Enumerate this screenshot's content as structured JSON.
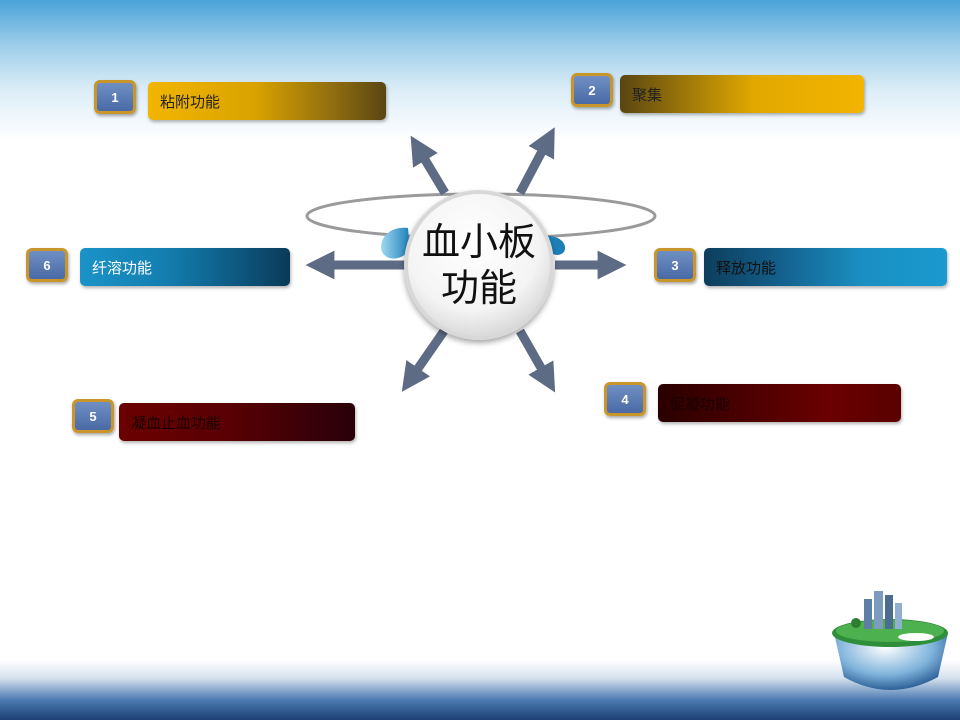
{
  "center": {
    "line1": "血小板",
    "line2": "功能"
  },
  "items": [
    {
      "num": "1",
      "label": "粘附功能"
    },
    {
      "num": "2",
      "label": "聚集"
    },
    {
      "num": "3",
      "label": "释放功能"
    },
    {
      "num": "4",
      "label": "促凝功能"
    },
    {
      "num": "5",
      "label": "凝血止血功能"
    },
    {
      "num": "6",
      "label": "纤溶功能"
    }
  ],
  "colors": {
    "gold": "#e8b000",
    "teal": "#1a8fc1",
    "darkred": "#6a0000",
    "arrow": "#5d6b84",
    "badge": "#5575b0",
    "badge_border": "#c8962a"
  }
}
